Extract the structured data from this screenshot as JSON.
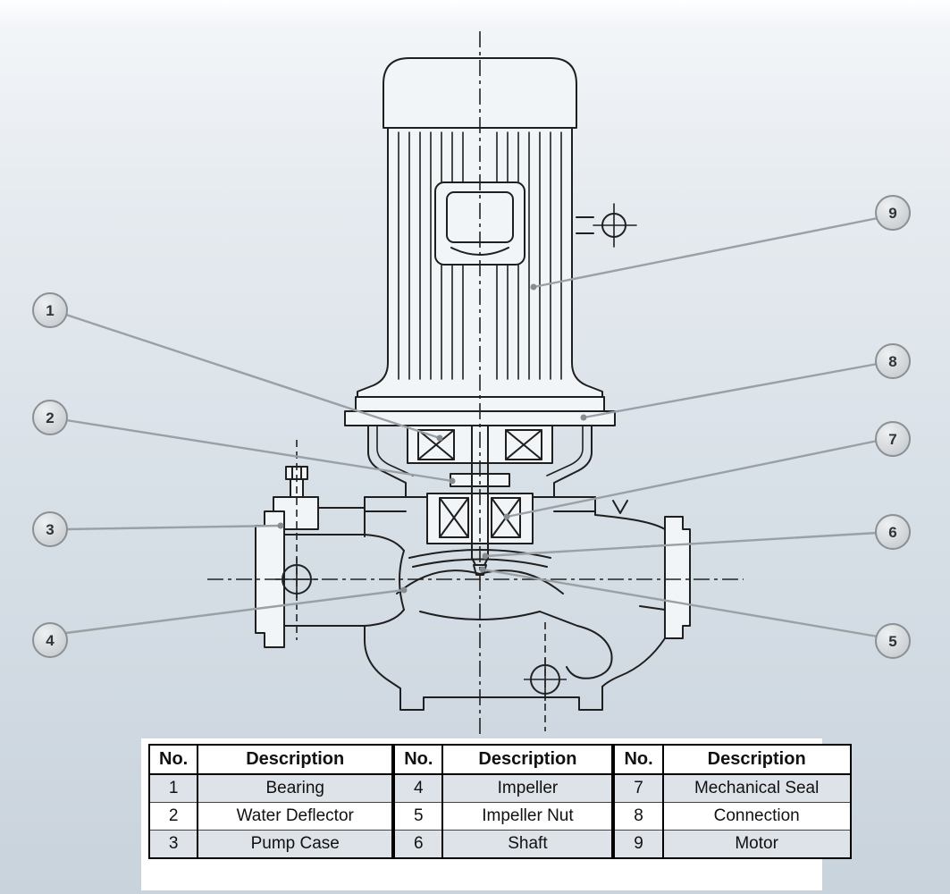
{
  "callouts": [
    {
      "label": "1"
    },
    {
      "label": "2"
    },
    {
      "label": "3"
    },
    {
      "label": "4"
    },
    {
      "label": "5"
    },
    {
      "label": "6"
    },
    {
      "label": "7"
    },
    {
      "label": "8"
    },
    {
      "label": "9"
    }
  ],
  "tables": [
    {
      "headers": {
        "no": "No.",
        "description": "Description"
      },
      "rows": [
        {
          "no": "1",
          "description": "Bearing"
        },
        {
          "no": "2",
          "description": "Water Deflector"
        },
        {
          "no": "3",
          "description": "Pump Case"
        }
      ]
    },
    {
      "headers": {
        "no": "No.",
        "description": "Description"
      },
      "rows": [
        {
          "no": "4",
          "description": "Impeller"
        },
        {
          "no": "5",
          "description": "Impeller Nut"
        },
        {
          "no": "6",
          "description": "Shaft"
        }
      ]
    },
    {
      "headers": {
        "no": "No.",
        "description": "Description"
      },
      "rows": [
        {
          "no": "7",
          "description": "Mechanical Seal"
        },
        {
          "no": "8",
          "description": "Connection"
        },
        {
          "no": "9",
          "description": "Motor"
        }
      ]
    }
  ],
  "colors": {
    "background_top": "#ffffff",
    "background_bottom": "#c9d3dc",
    "drawing_line": "#1f1f1f",
    "leader_line": "#99a1a6",
    "callout_fill": "#d3d7da",
    "callout_border": "#8a9094",
    "table_row_shade": "#dde3e8"
  }
}
